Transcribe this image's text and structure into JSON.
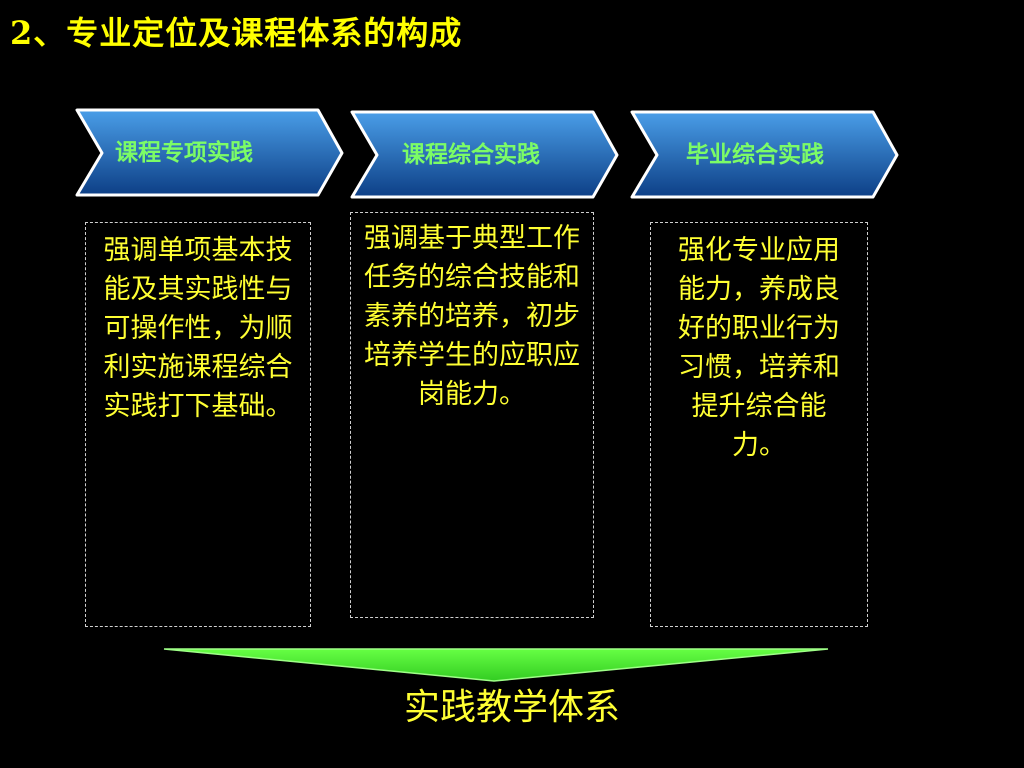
{
  "title": "2、专业定位及课程体系的构成",
  "stages": [
    {
      "label": "课程专项实践",
      "description": "强调单项基本技能及其实践性与可操作性，为顺利实施课程综合实践打下基础。"
    },
    {
      "label": "课程综合实践",
      "description": "强调基于典型工作任务的综合技能和素养的培养，初步培养学生的应职应岗能力。"
    },
    {
      "label": "毕业综合实践",
      "description": "强化专业应用能力，养成良好的职业行为习惯，培养和提升综合能力。"
    }
  ],
  "footer": "实践教学体系",
  "colors": {
    "title": "#ffff00",
    "stage_label": "#7cfc66",
    "description_text": "#ffff33",
    "chevron_top": "#4a9ee8",
    "chevron_bottom": "#0d3f86",
    "bottom_arrow": "#66ff44"
  }
}
